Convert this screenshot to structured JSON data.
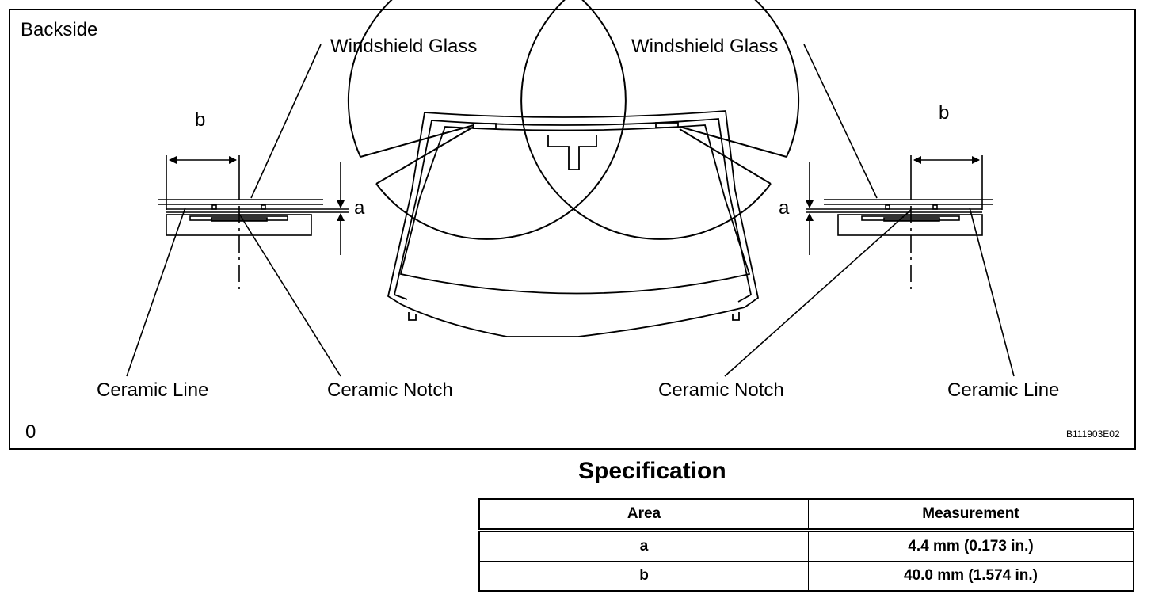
{
  "diagram": {
    "backside_label": "Backside",
    "corner_label": "0",
    "figure_code": "B111903E02",
    "windshield_glass_left": "Windshield Glass",
    "windshield_glass_right": "Windshield Glass",
    "ceramic_line_left": "Ceramic Line",
    "ceramic_line_right": "Ceramic Line",
    "ceramic_notch_left": "Ceramic Notch",
    "ceramic_notch_right": "Ceramic Notch",
    "dim_a": "a",
    "dim_b": "b"
  },
  "specification": {
    "title": "Specification",
    "headers": [
      "Area",
      "Measurement"
    ],
    "rows": [
      [
        "a",
        "4.4 mm (0.173 in.)"
      ],
      [
        "b",
        "40.0 mm (1.574 in.)"
      ]
    ]
  }
}
